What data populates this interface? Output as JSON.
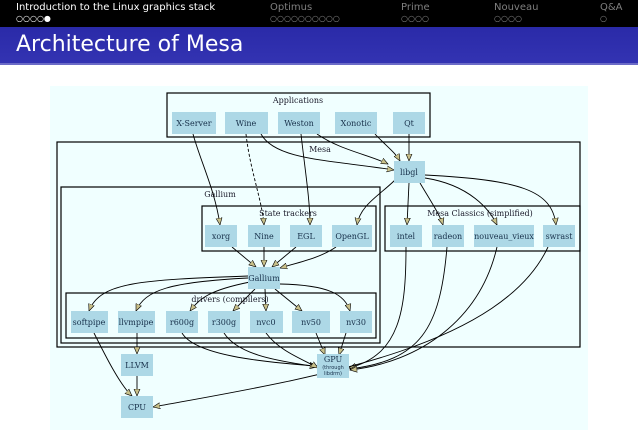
{
  "nav": {
    "sections": [
      {
        "label": "Introduction to the Linux graphics stack",
        "dots": "○○○○●",
        "active": true
      },
      {
        "label": "Optimus",
        "dots": "○○○○○○○○○○",
        "active": false
      },
      {
        "label": "Prime",
        "dots": "○○○○",
        "active": false
      },
      {
        "label": "Nouveau",
        "dots": "○○○○",
        "active": false
      },
      {
        "label": "Q&A",
        "dots": "○",
        "active": false
      }
    ]
  },
  "slide": {
    "title": "Architecture of Mesa"
  },
  "colors": {
    "node_fill": "#add8e6",
    "diagram_bg": "#f0ffff",
    "title_bar": "#3333b2"
  },
  "diagram": {
    "clusters": {
      "applications": "Applications",
      "mesa": "Mesa",
      "gallium": "Gallium",
      "state_trackers": "State trackers",
      "mesa_classics": "Mesa Classics (simplified)",
      "drivers": "drivers (compilers)"
    },
    "nodes": {
      "xserver": "X-Server",
      "wine": "Wine",
      "weston": "Weston",
      "xonotic": "Xonotic",
      "qt": "Qt",
      "libgl": "libgl",
      "xorg": "xorg",
      "nine": "Nine",
      "egl": "EGL",
      "opengl": "OpenGL",
      "intel": "intel",
      "radeon": "radeon",
      "nouveau_vieux": "nouveau_vieux",
      "swrast": "swrast",
      "gallium": "Gallium",
      "softpipe": "softpipe",
      "llvmpipe": "llvmpipe",
      "r600g": "r600g",
      "r300g": "r300g",
      "nvc0": "nvc0",
      "nv50": "nv50",
      "nv30": "nv30",
      "gpu": "GPU",
      "gpu_sub1": "(through",
      "gpu_sub2": "libdrm)",
      "llvm": "LLVM",
      "cpu": "CPU"
    }
  }
}
